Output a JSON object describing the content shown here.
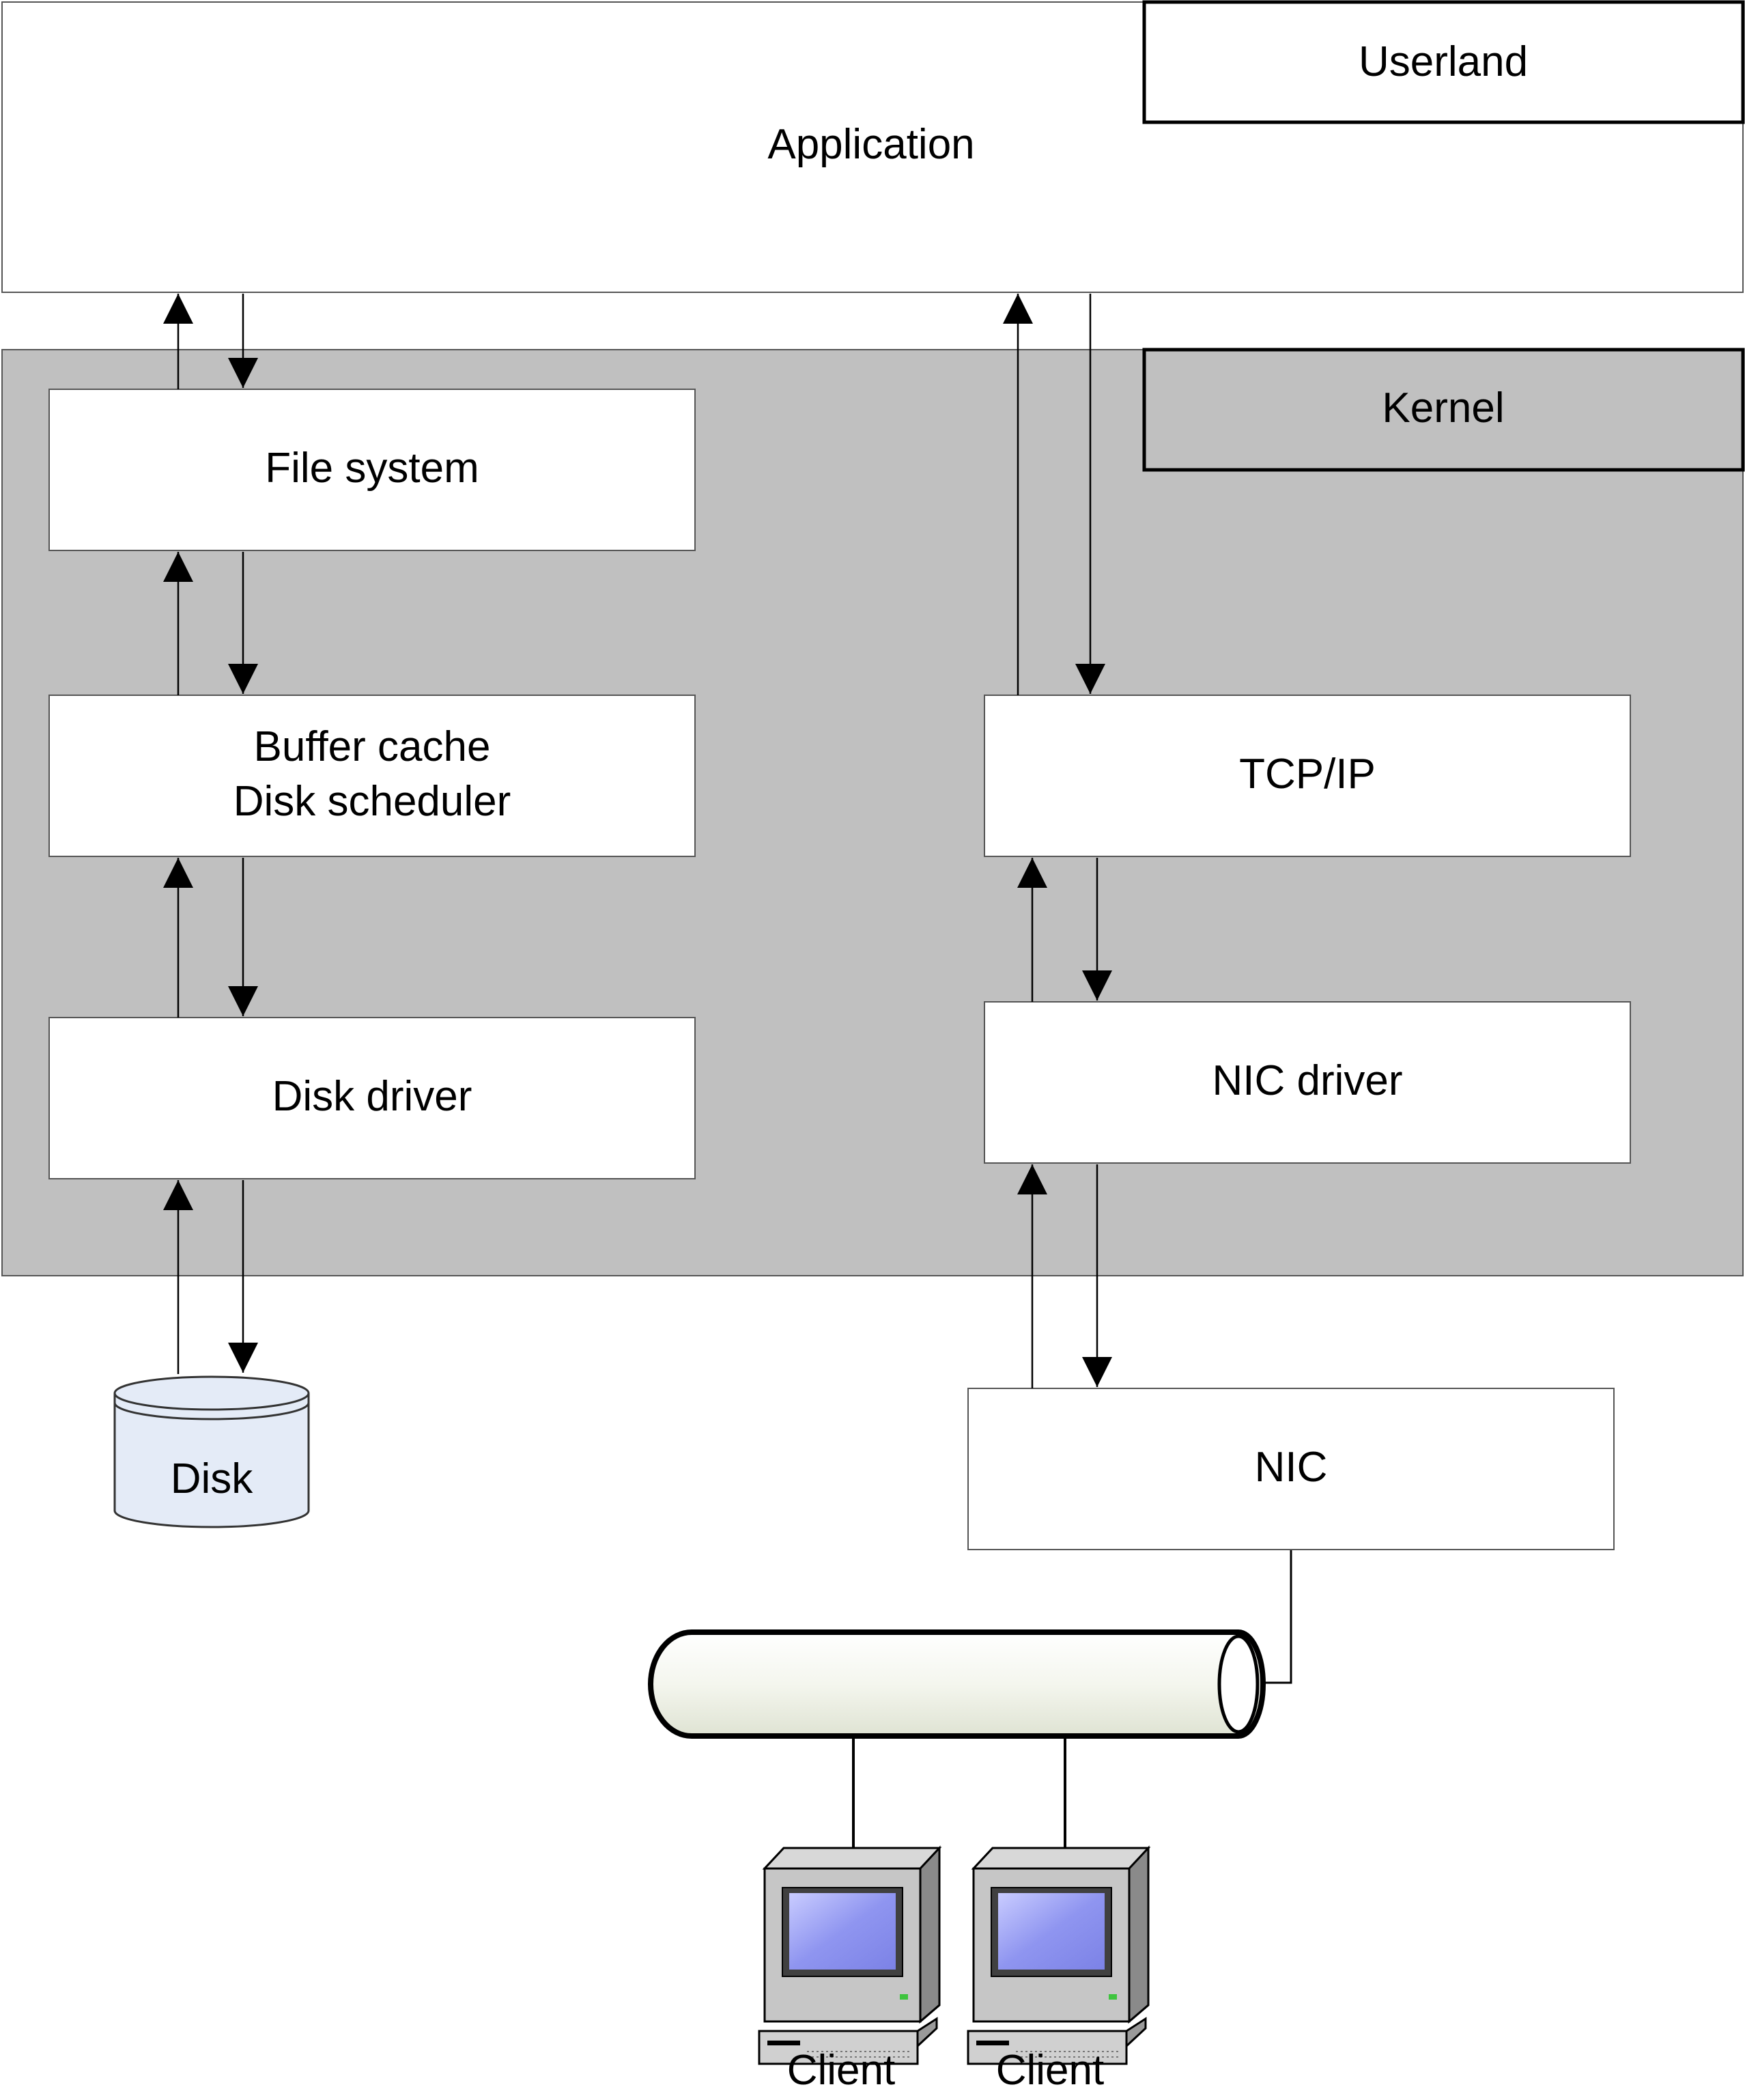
{
  "labels": {
    "application": "Application",
    "userland": "Userland",
    "kernel": "Kernel",
    "file_system": "File system",
    "buffer_cache_line1": "Buffer cache",
    "buffer_cache_line2": "Disk scheduler",
    "disk_driver": "Disk driver",
    "tcp_ip": "TCP/IP",
    "nic_driver": "NIC driver",
    "nic": "NIC",
    "disk": "Disk",
    "client_1": "Client",
    "client_2": "Client"
  },
  "colors": {
    "kernel_fill": "#c0c0c0",
    "box_fill": "#ffffff",
    "disk_fill": "#e4ebf7",
    "screen_fill": "#8f95f0",
    "computer_body": "#c6c6c6",
    "cable_fill": "#f4f6ee",
    "line": "#000000"
  }
}
